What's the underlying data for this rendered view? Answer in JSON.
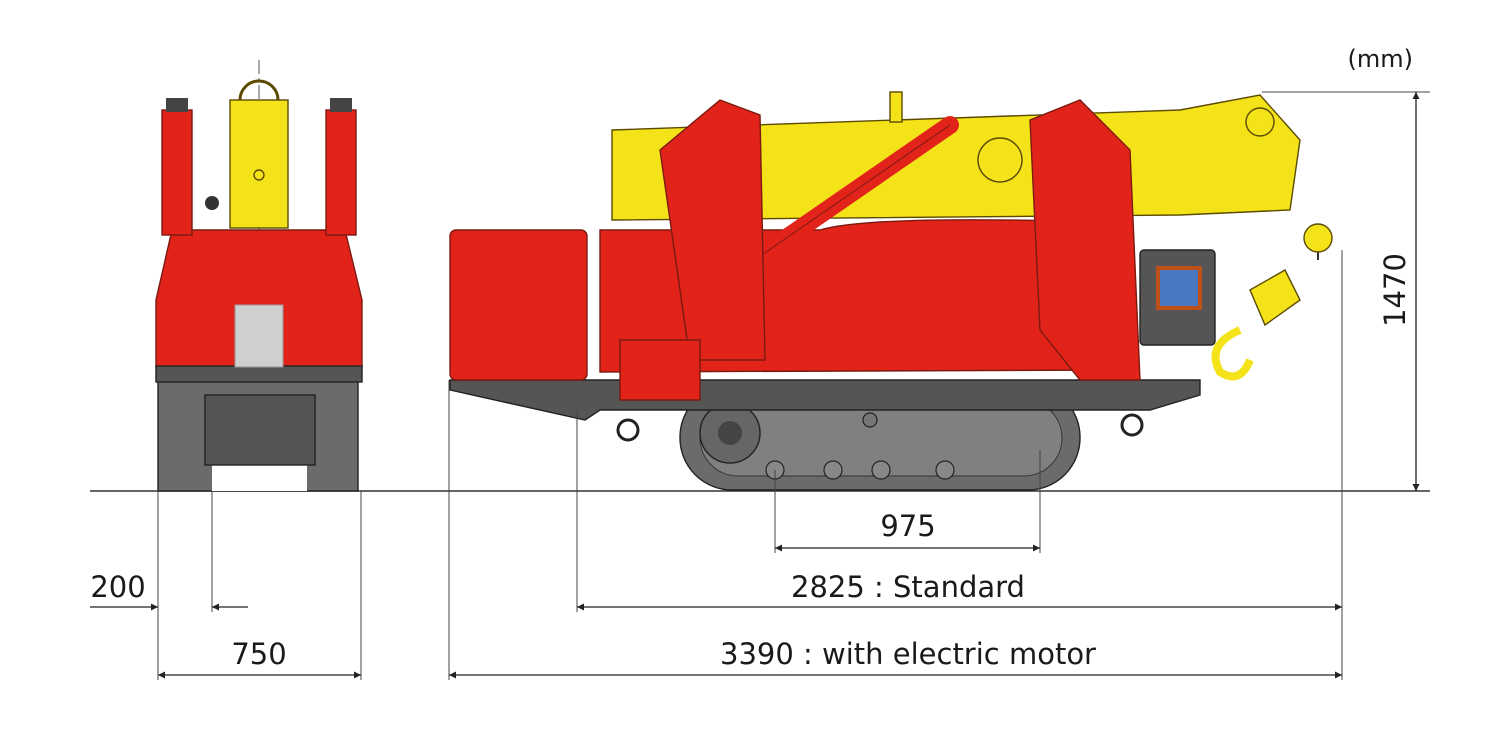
{
  "units": "(mm)",
  "colors": {
    "body_red": "#e2231a",
    "boom_yellow": "#f5e31a",
    "track_grey": "#666666",
    "panel_grey": "#cfcfcf",
    "motor_blue": "#4a78c2"
  },
  "dimensions": {
    "overall_height": "1470",
    "track_wheelbase": "975",
    "standard_length": "2825 : Standard",
    "electric_length": "3390 : with electric motor",
    "track_width": "750",
    "track_offset": "200"
  },
  "views": {
    "front": "front-view",
    "side": "side-view"
  }
}
